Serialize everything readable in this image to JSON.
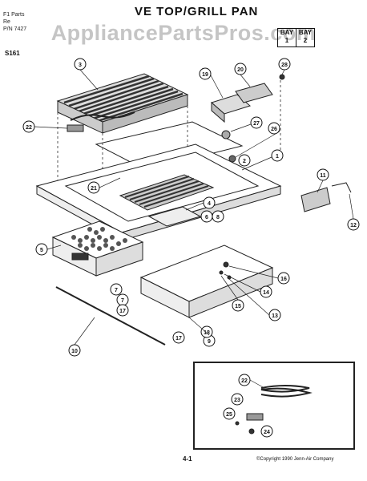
{
  "header": {
    "line1": "F1 Parts",
    "line2": "Re",
    "line3": "P/N 7427",
    "title": "VE TOP/GRILL PAN",
    "model": "S161"
  },
  "watermark": "AppliancePartsPros.com",
  "bays": [
    {
      "label": "BAY",
      "number": "1"
    },
    {
      "label": "BAY",
      "number": "2"
    }
  ],
  "callouts": [
    "1",
    "2",
    "3",
    "4",
    "5",
    "6",
    "7",
    "8",
    "9",
    "10",
    "11",
    "12",
    "13",
    "14",
    "15",
    "16",
    "17",
    "18",
    "19",
    "20",
    "21",
    "22",
    "23",
    "24",
    "25",
    "26",
    "27",
    "28"
  ],
  "inset_callouts": [
    "22",
    "23",
    "24",
    "25"
  ],
  "extra_callouts": [
    "6",
    "8",
    "7",
    "17",
    "18",
    "17",
    "18"
  ],
  "footer": {
    "page": "4-1",
    "copyright": "©Copyright 1990 Jenn-Air Company"
  }
}
